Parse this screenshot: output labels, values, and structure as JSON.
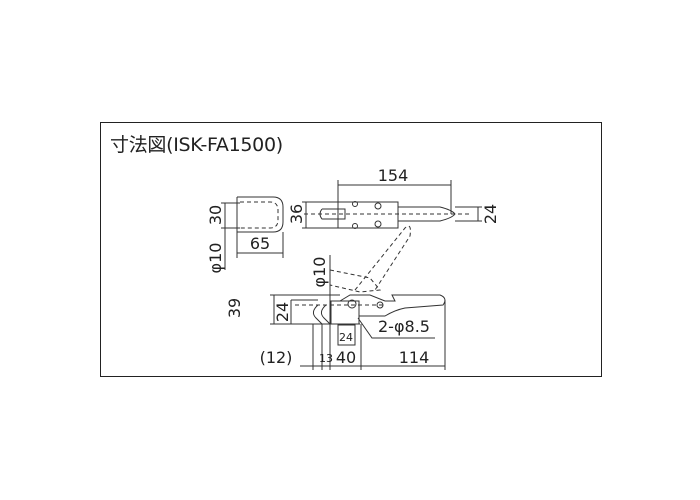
{
  "title": "寸法図(ISK-FA1500)",
  "dimensions": {
    "overall_length": "154",
    "top_width": "36",
    "handle_width": "24",
    "side_height": "30",
    "pin_dia_left": "φ10",
    "side_width": "65",
    "pin_dia_mid": "φ10",
    "total_height": "39",
    "base_height": "24",
    "hole_spec": "2-φ8.5",
    "boxed": "24",
    "offset": "(12)",
    "small": "13",
    "base_len": "40",
    "lever_len": "114"
  }
}
